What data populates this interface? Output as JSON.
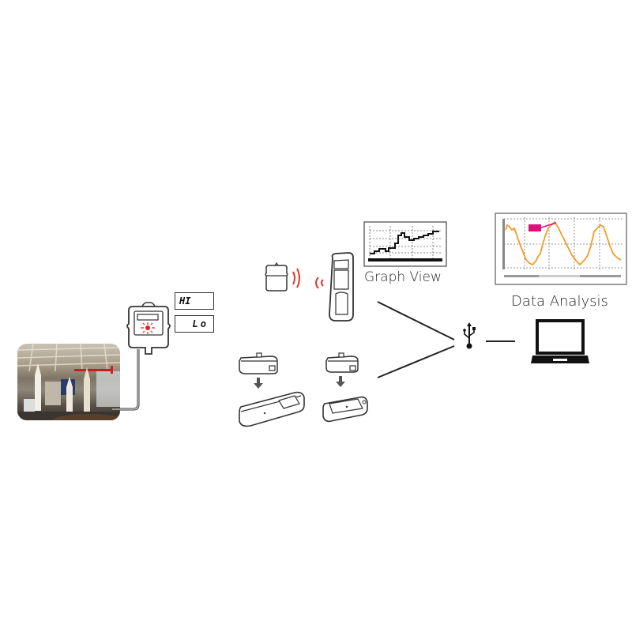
{
  "diagram": {
    "lcd_readings": {
      "high": "HI",
      "low": "Lo"
    },
    "labels": {
      "graph_view": "Graph View",
      "data_analysis": "Data Analysis"
    },
    "colors": {
      "alarm_red": "#e02020",
      "wireless_red": "#e03a2a",
      "analysis_orange": "#f39a2a",
      "marker_magenta": "#e0107a",
      "line": "#222222"
    },
    "nodes": [
      {
        "id": "museum-photo",
        "type": "image"
      },
      {
        "id": "data-logger",
        "type": "device"
      },
      {
        "id": "wireless-logger",
        "type": "device"
      },
      {
        "id": "handheld-reader",
        "type": "device"
      },
      {
        "id": "data-collector",
        "type": "device"
      },
      {
        "id": "docking-station",
        "type": "device"
      },
      {
        "id": "usb",
        "type": "icon"
      },
      {
        "id": "laptop",
        "type": "device"
      }
    ]
  }
}
